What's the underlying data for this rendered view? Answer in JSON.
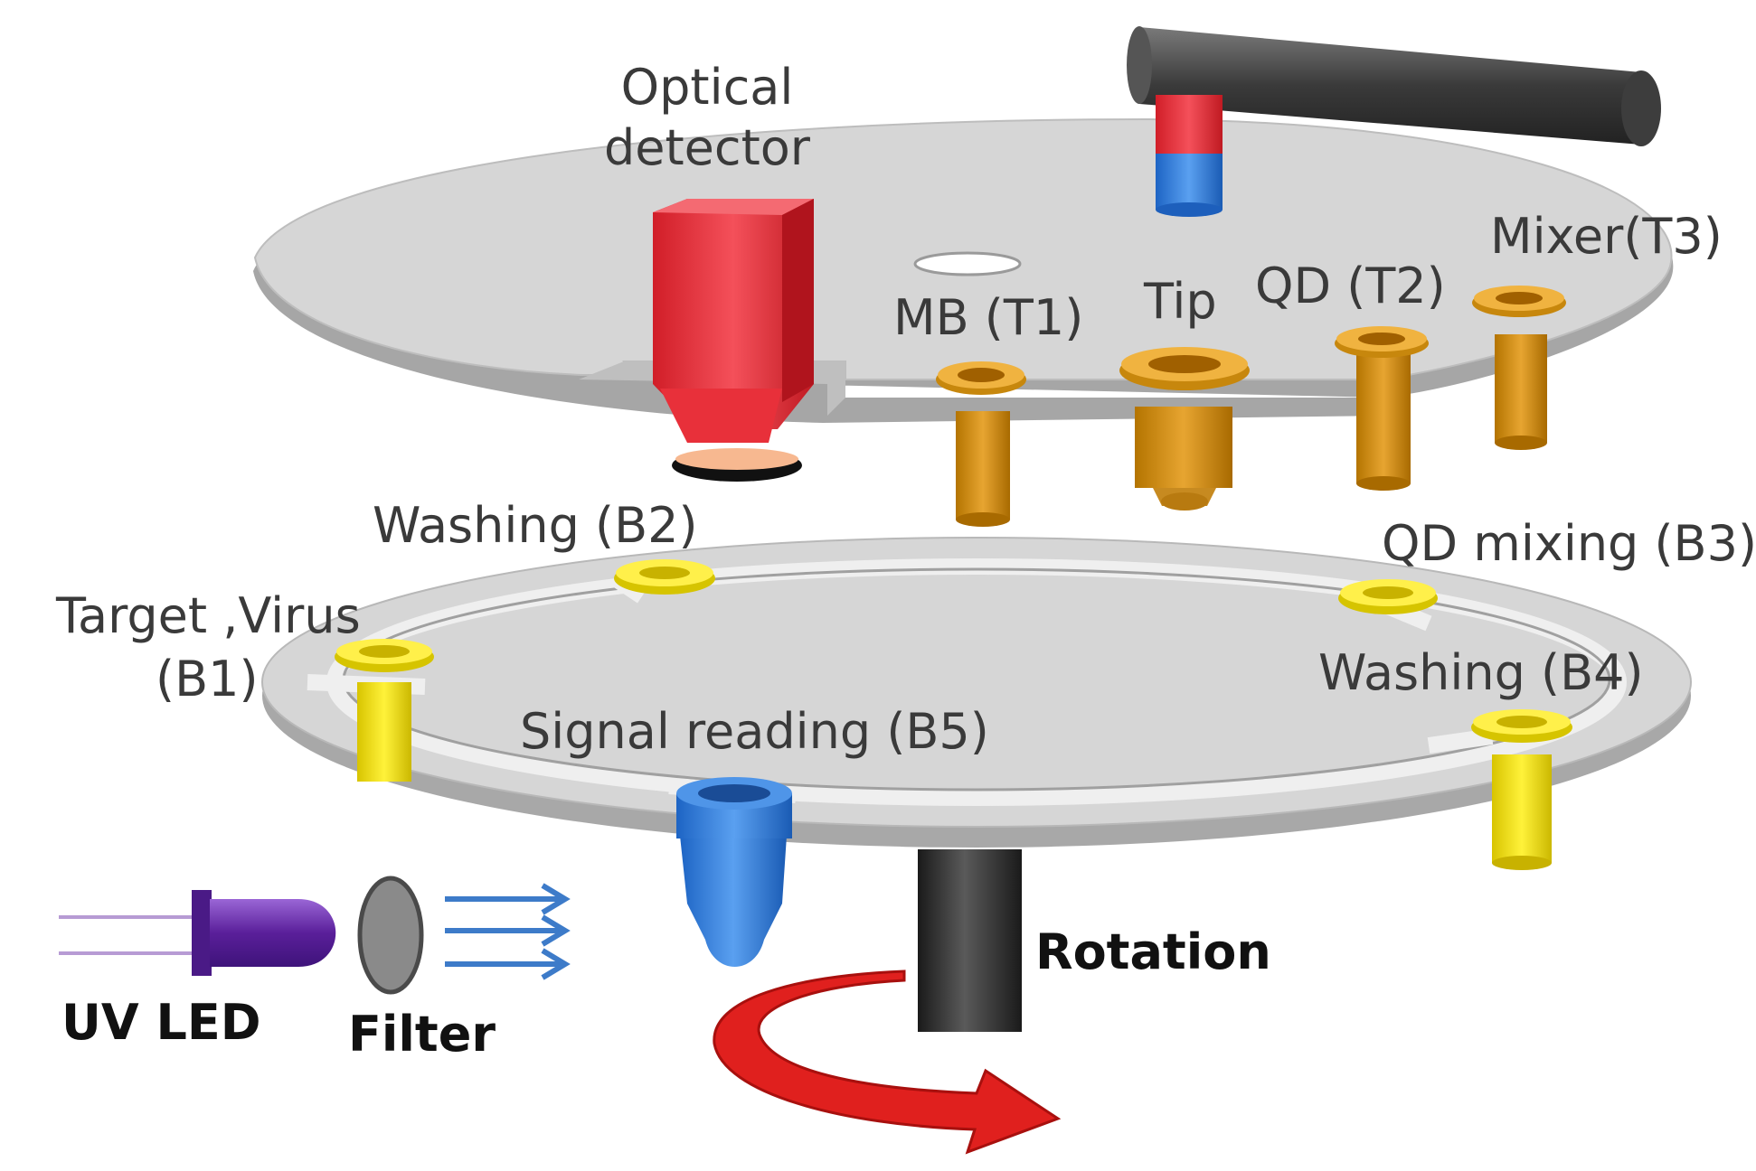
{
  "labels": {
    "optical_line1": "Optical",
    "optical_line2": "detector",
    "mb": "MB (T1)",
    "tip": "Tip",
    "qd": "QD (T2)",
    "mixer": "Mixer(T3)",
    "washing_b2": "Washing (B2)",
    "qd_mixing": "QD mixing (B3)",
    "target_line1": "Target ,Virus",
    "target_line2": "(B1)",
    "washing_b4": "Washing (B4)",
    "signal": "Signal reading (B5)",
    "rotation": "Rotation",
    "uv_led": "UV LED",
    "filter": "Filter"
  },
  "colors": {
    "disk": "#d4d4d4",
    "disk_edge": "#a9a9a9",
    "detector": "#e8303a",
    "tube_top": "#c8860a",
    "tube_bottom": "#f0e010",
    "signal_tube": "#2f7fd8",
    "uv_led": "#6a2fa8",
    "shaft": "#2b2b2b",
    "rotation_arrow": "#e0201e"
  }
}
